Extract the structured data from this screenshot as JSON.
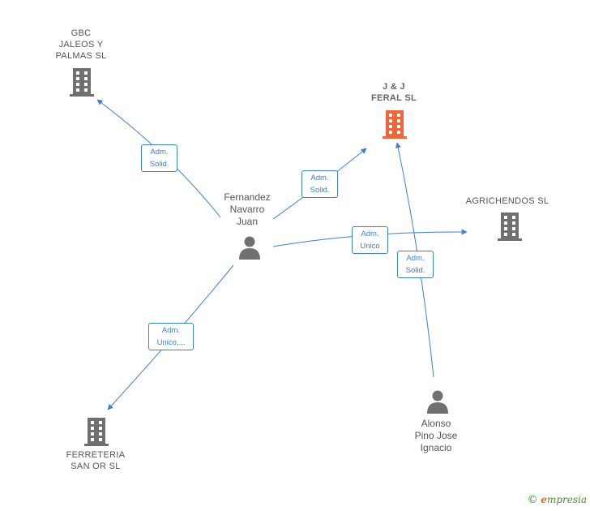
{
  "colors": {
    "edge": "#3b7fd4",
    "company_default": "#707070",
    "company_highlight": "#f0663a",
    "person": "#707070"
  },
  "nodes": {
    "gbc": {
      "label": "GBC\nJALEOS Y\nPALMAS  SL",
      "icon": "building-icon"
    },
    "jj": {
      "label": "J & J\nFERAL  SL",
      "icon": "building-icon"
    },
    "agrichendos": {
      "label": "AGRICHENDOS SL",
      "icon": "building-icon"
    },
    "ferreteria": {
      "label": "FERRETERIA\nSAN OR SL",
      "icon": "building-icon"
    },
    "fernandez": {
      "label": "Fernandez\nNavarro\nJuan",
      "icon": "person-icon"
    },
    "alonso": {
      "label": "Alonso\nPino Jose\nIgnacio",
      "icon": "person-icon"
    }
  },
  "edges": {
    "e_gbc": {
      "label": "Adm.\nSolid."
    },
    "e_jj": {
      "label": "Adm.\nSolid."
    },
    "e_agri": {
      "label": "Adm.\nUnico"
    },
    "e_ferr": {
      "label": "Adm.\nUnico,..."
    },
    "e_alonso_jj": {
      "label": "Adm.\nSolid."
    }
  },
  "brand": {
    "copyright": "©",
    "initial": "e",
    "rest": "mpresia"
  }
}
